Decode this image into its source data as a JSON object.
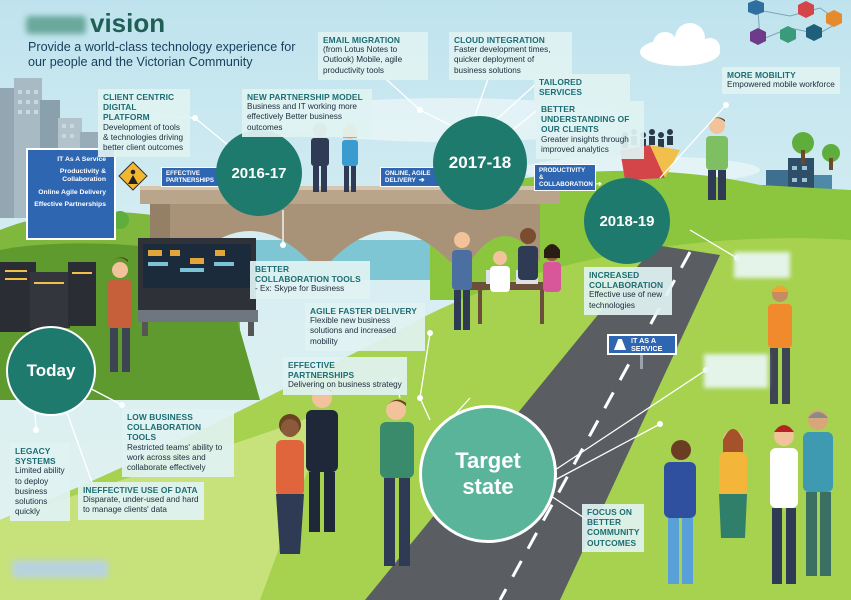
{
  "header": {
    "title": "vision",
    "subtitle": "Provide a world-class technology experience for our people and the Victorian Community"
  },
  "milestones": {
    "today": "Today",
    "m2016": "2016-17",
    "m2017": "2017-18",
    "m2018": "2018-19",
    "target": "Target state"
  },
  "boxes": {
    "client_centric": {
      "heading": "CLIENT CENTRIC DIGITAL PLATFORM",
      "body": "Development of tools & technologies driving better client outcomes"
    },
    "new_partnership": {
      "heading": "NEW PARTNERSHIP MODEL",
      "body": "Business and IT working more effectively Better business outcomes"
    },
    "email_migration": {
      "heading": "EMAIL MIGRATION",
      "body": "(from Lotus Notes to Outlook) Mobile, agile productivity tools"
    },
    "cloud_integration": {
      "heading": "CLOUD INTEGRATION",
      "body": "Faster development times, quicker deployment of business solutions"
    },
    "tailored_services": {
      "heading": "TAILORED SERVICES",
      "body": ""
    },
    "better_understanding": {
      "heading": "BETTER UNDERSTANDING OF OUR CLIENTS",
      "body": "Greater insights through improved analytics"
    },
    "more_mobility": {
      "heading": "MORE MOBILITY",
      "body": "Empowered mobile workforce"
    },
    "better_collaboration": {
      "heading": "BETTER COLLABORATION TOOLS",
      "body": " - Ex: Skype for Business"
    },
    "agile_faster": {
      "heading": "AGILE FASTER DELIVERY",
      "body": "Flexible new business solutions and increased mobility"
    },
    "effective_partnerships": {
      "heading": "EFFECTIVE PARTNERSHIPS",
      "body": "Delivering on business strategy"
    },
    "increased_collaboration": {
      "heading": "INCREASED COLLABORATION",
      "body": "Effective use of new technologies"
    },
    "low_business": {
      "heading": "LOW BUSINESS COLLABORATION TOOLS",
      "body": "Restricted teams' ability to work across sites and collaborate effectively"
    },
    "legacy": {
      "heading": "LEGACY SYSTEMS",
      "body": "Limited ability to deploy business solutions quickly"
    },
    "ineffective_data": {
      "heading": "INEFFECTIVE USE OF DATA",
      "body": "Disparate, under-used and hard to manage clients' data"
    },
    "focus": {
      "heading": "FOCUS ON BETTER COMMUNITY OUTCOMES",
      "body": ""
    }
  },
  "panel": {
    "items": [
      "IT As A Service",
      "Productivity & Collaboration",
      "Online Agile Delivery",
      "Effective Partnerships"
    ]
  },
  "tags": {
    "effective_partnerships": "EFFECTIVE PARTNERSHIPS",
    "online_agile": "ONLINE, AGILE DELIVERY",
    "productivity": "PRODUCTIVITY & COLLABORATION"
  },
  "sign": {
    "label": "IT AS A SERVICE"
  },
  "colors": {
    "teal_dark": "#1f7a6e",
    "teal_light": "#5ab49a",
    "sign_blue": "#2f66b2",
    "grass": "#8cc63f",
    "road": "#5a5e63"
  },
  "icons": [
    "cloud-icon",
    "network-hexagon-icon",
    "road-worker-sign-icon",
    "road-sign-icon"
  ]
}
